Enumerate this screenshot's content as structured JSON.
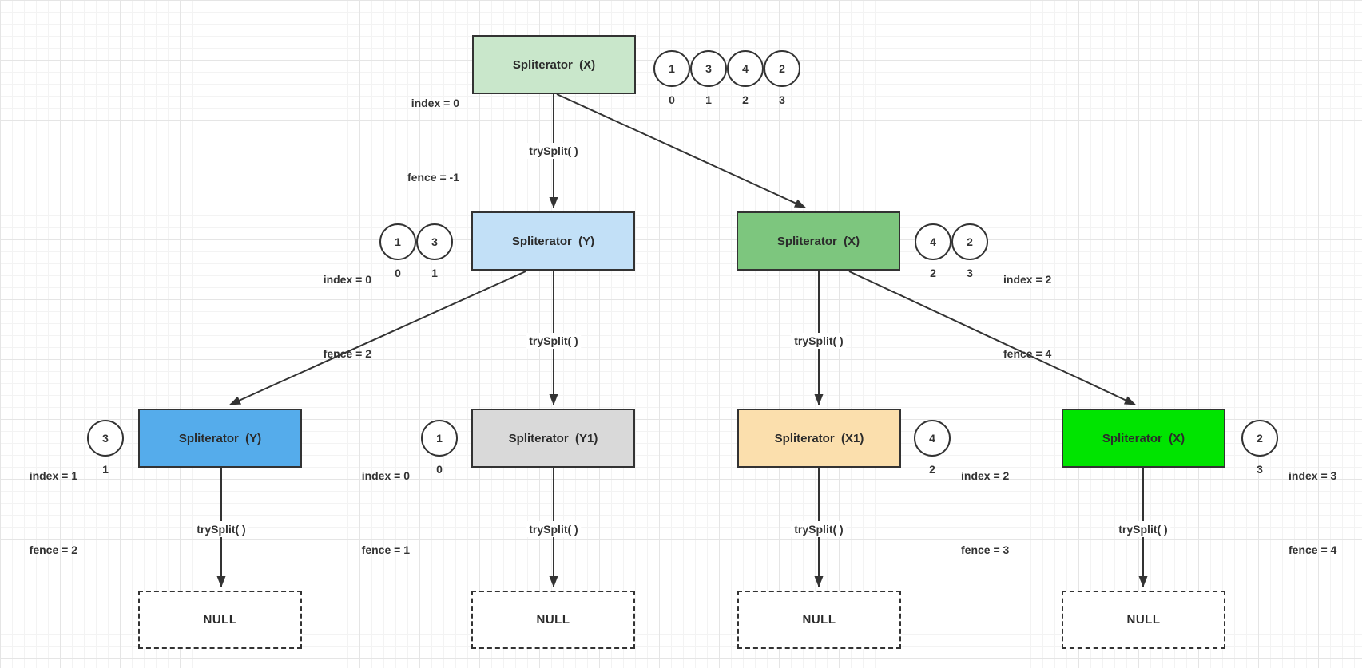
{
  "colors": {
    "stroke": "#333333",
    "text": "#333333",
    "grid_minor": "#f3f3f3",
    "grid_major": "#e5e5e5",
    "node_root_green": "#c9e7cb",
    "node_light_blue": "#c2e0f7",
    "node_medium_green": "#7dc67e",
    "node_blue": "#55aceb",
    "node_gray": "#d9d9d9",
    "node_orange": "#fbdfad",
    "node_bright_green": "#00e400"
  },
  "labels": {
    "try_split": "trySplit( )",
    "null": "NULL"
  },
  "nodes": {
    "root_x": {
      "label": "Spliterator  (X)",
      "attrs": [
        "index = 0",
        "fence = -1"
      ],
      "cells": [
        {
          "value": "1",
          "index": "0"
        },
        {
          "value": "3",
          "index": "1"
        },
        {
          "value": "4",
          "index": "2"
        },
        {
          "value": "2",
          "index": "3"
        }
      ]
    },
    "l2_y": {
      "label": "Spliterator  (Y)",
      "attrs": [
        "index = 0",
        "fence = 2"
      ],
      "cells": [
        {
          "value": "1",
          "index": "0"
        },
        {
          "value": "3",
          "index": "1"
        }
      ]
    },
    "l2_x": {
      "label": "Spliterator  (X)",
      "attrs": [
        "index = 2",
        "fence = 4"
      ],
      "cells": [
        {
          "value": "4",
          "index": "2"
        },
        {
          "value": "2",
          "index": "3"
        }
      ]
    },
    "l3_y": {
      "label": "Spliterator  (Y)",
      "attrs": [
        "index = 1",
        "fence = 2"
      ],
      "cells": [
        {
          "value": "3",
          "index": "1"
        }
      ]
    },
    "l3_y1": {
      "label": "Spliterator  (Y1)",
      "attrs": [
        "index = 0",
        "fence = 1"
      ],
      "cells": [
        {
          "value": "1",
          "index": "0"
        }
      ]
    },
    "l3_x1": {
      "label": "Spliterator  (X1)",
      "attrs": [
        "index = 2",
        "fence = 3"
      ],
      "cells": [
        {
          "value": "4",
          "index": "2"
        }
      ]
    },
    "l3_x": {
      "label": "Spliterator  (X)",
      "attrs": [
        "index = 3",
        "fence = 4"
      ],
      "cells": [
        {
          "value": "2",
          "index": "3"
        }
      ]
    }
  },
  "edges": [
    {
      "from": "root_x",
      "to": "l2_y",
      "label": "trySplit( )"
    },
    {
      "from": "root_x",
      "to": "l2_x",
      "label": ""
    },
    {
      "from": "l2_y",
      "to": "l3_y",
      "label": ""
    },
    {
      "from": "l2_y",
      "to": "l3_y1",
      "label": "trySplit( )"
    },
    {
      "from": "l2_x",
      "to": "l3_x1",
      "label": "trySplit( )"
    },
    {
      "from": "l2_x",
      "to": "l3_x",
      "label": ""
    },
    {
      "from": "l3_y",
      "to": "null_1",
      "label": "trySplit( )"
    },
    {
      "from": "l3_y1",
      "to": "null_2",
      "label": "trySplit( )"
    },
    {
      "from": "l3_x1",
      "to": "null_3",
      "label": "trySplit( )"
    },
    {
      "from": "l3_x",
      "to": "null_4",
      "label": "trySplit( )"
    }
  ]
}
